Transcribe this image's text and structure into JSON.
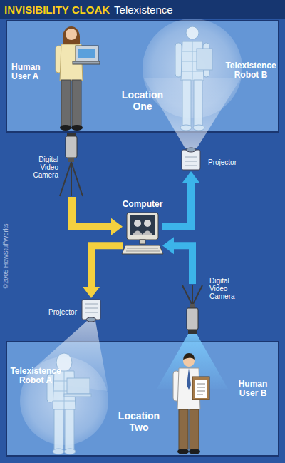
{
  "diagram": {
    "title": "INVISIBILITY CLOAK",
    "nodes": [
      {
        "text": [
          "Location One"
        ]
      },
      {
        "text": [
          "Human User A"
        ],
        "in": 0
      },
      {
        "text": [
          "Telexistence Robot B"
        ],
        "in": 0
      },
      {
        "text": [
          "Digital Video Camera"
        ]
      },
      {
        "text": [
          "Projector"
        ]
      },
      {
        "text": [
          "Computer"
        ]
      },
      {
        "text": [
          "Projector"
        ]
      },
      {
        "text": [
          "Digital Video Camera"
        ]
      },
      {
        "text": [
          "Location Two"
        ]
      },
      {
        "text": [
          "Telexistence Robot A"
        ],
        "in": 8
      },
      {
        "text": [
          "Human User B"
        ],
        "in": 8
      }
    ],
    "edges": [
      {
        "from": 3,
        "to": 5,
        "arrow": "to"
      },
      {
        "from": 5,
        "to": 4,
        "arrow": "to"
      },
      {
        "from": 5,
        "to": 6,
        "arrow": "to"
      },
      {
        "from": 7,
        "to": 5,
        "arrow": "to"
      }
    ],
    "labels": [
      "Telexistence",
      "©2005 HowStuffWorks"
    ]
  }
}
